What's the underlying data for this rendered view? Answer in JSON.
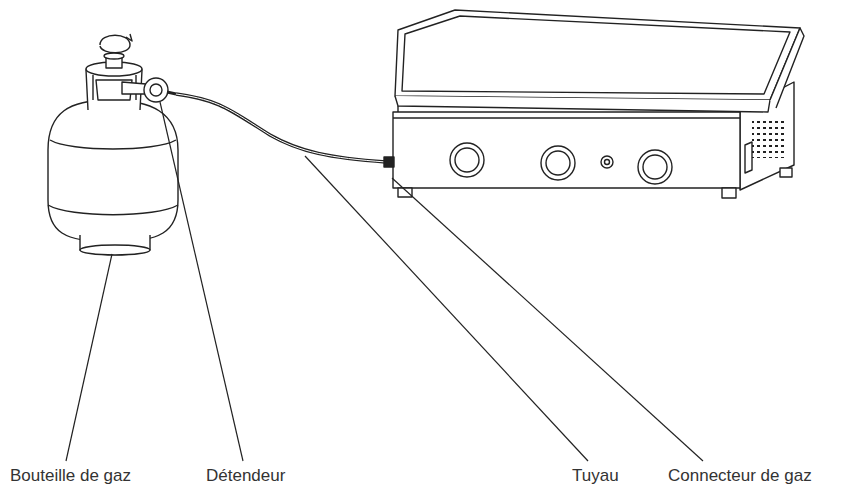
{
  "diagram": {
    "labels": [
      "Bouteille de gaz",
      "Détendeur",
      "Tuyau",
      "Connecteur de gaz"
    ]
  }
}
